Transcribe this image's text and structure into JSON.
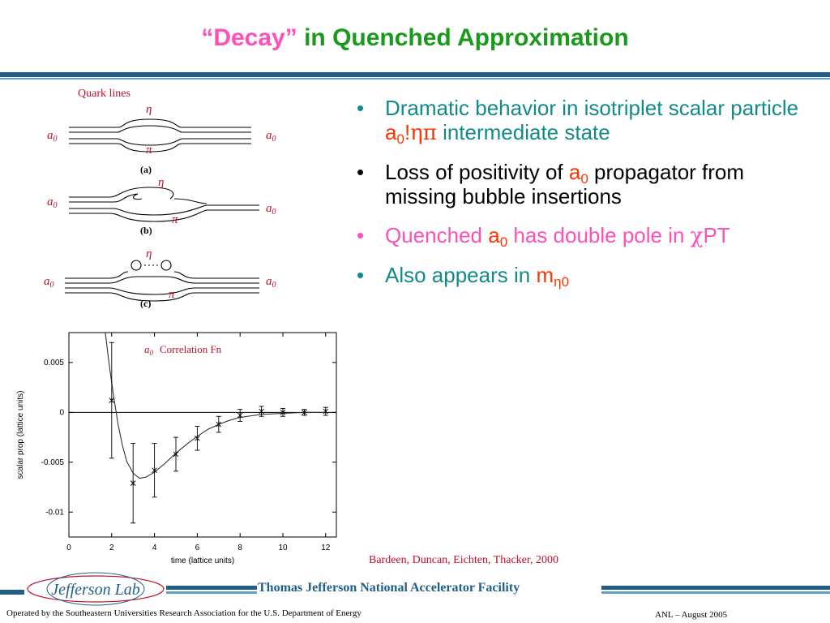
{
  "slide": {
    "title_prefix": "“",
    "title_decay": "Decay",
    "title_suffix_quote": "”",
    "title_rest": " in Quenched Approximation"
  },
  "diagrams": {
    "title": "Quark lines",
    "eta": "η",
    "pi": "π",
    "a0": "a",
    "a0_sub": "0",
    "labels": [
      "(a)",
      "(b)",
      "(c)"
    ]
  },
  "bullets": [
    {
      "parts": [
        {
          "text": "Dramatic behavior in isotriplet scalar particle ",
          "color": "teal"
        },
        {
          "text": "a",
          "color": "red"
        },
        {
          "text": "0",
          "color": "red",
          "sub": true
        },
        {
          "text": "!",
          "color": "red"
        },
        {
          "text": "ηπ",
          "color": "red",
          "sym": true
        },
        {
          "text": " intermediate state",
          "color": "teal"
        }
      ]
    },
    {
      "parts": [
        {
          "text": "Loss of positivity of ",
          "color": "black"
        },
        {
          "text": "a",
          "color": "red"
        },
        {
          "text": "0",
          "color": "red",
          "sub": true
        },
        {
          "text": " propagator from missing bubble insertions",
          "color": "black"
        }
      ]
    },
    {
      "parts": [
        {
          "text": "Quenched ",
          "color": "pink"
        },
        {
          "text": "a",
          "color": "red"
        },
        {
          "text": "0",
          "color": "red",
          "sub": true
        },
        {
          "text": " has double pole in ",
          "color": "pink"
        },
        {
          "text": "χ",
          "color": "pink",
          "sym": true
        },
        {
          "text": "PT",
          "color": "pink"
        }
      ]
    },
    {
      "parts": [
        {
          "text": "Also appears in ",
          "color": "teal"
        },
        {
          "text": "m",
          "color": "red"
        },
        {
          "text": "η0",
          "color": "red",
          "sub": true
        }
      ]
    }
  ],
  "bullet_symbol": "•",
  "citation": "Bardeen, Duncan, Eichten, Thacker, 2000",
  "footer": {
    "facility": "Thomas Jefferson National Accelerator Facility",
    "operated": "Operated by the Southeastern Universities Research Association for the U.S. Department of  Energy",
    "date": "ANL – August  2005",
    "logo_text": "Jefferson Lab"
  },
  "colors": {
    "teal": "#138a8a",
    "black": "#000000",
    "pink": "#ff4fb8",
    "red": "#ff3300"
  },
  "chart_data": {
    "type": "scatter",
    "title": "a0  Correlation Fn",
    "title_a": "a",
    "title_sub": "0",
    "title_text": "Correlation Fn",
    "xlabel": "time (lattice units)",
    "ylabel": "scalar prop (lattice units)",
    "xlim": [
      0,
      12.5
    ],
    "ylim": [
      -0.0125,
      0.008
    ],
    "xticks": [
      0,
      2,
      4,
      6,
      8,
      10,
      12
    ],
    "xtick_labels": [
      "0",
      "2",
      "4",
      "6",
      "8",
      "10",
      "12"
    ],
    "yticks": [
      0.005,
      0,
      -0.005,
      -0.01
    ],
    "ytick_labels": [
      "0.005",
      "0",
      "-0.005",
      "-0.01"
    ],
    "points": [
      {
        "x": 2,
        "y": 0.0012,
        "err": 0.0058
      },
      {
        "x": 3,
        "y": -0.0071,
        "err": 0.004
      },
      {
        "x": 4,
        "y": -0.0058,
        "err": 0.0027
      },
      {
        "x": 5,
        "y": -0.0042,
        "err": 0.0017
      },
      {
        "x": 6,
        "y": -0.0026,
        "err": 0.0012
      },
      {
        "x": 7,
        "y": -0.0012,
        "err": 0.0008
      },
      {
        "x": 8,
        "y": -0.0003,
        "err": 0.0006
      },
      {
        "x": 9,
        "y": 0.0001,
        "err": 0.0005
      },
      {
        "x": 10,
        "y": 0.0,
        "err": 0.0004
      },
      {
        "x": 11,
        "y": 0.0,
        "err": 0.0003
      },
      {
        "x": 12,
        "y": 0.0001,
        "err": 0.0004
      }
    ],
    "fit_curve": [
      {
        "x": 1.7,
        "y": 0.008
      },
      {
        "x": 1.9,
        "y": 0.0045
      },
      {
        "x": 2.1,
        "y": 0.0015
      },
      {
        "x": 2.3,
        "y": -0.0012
      },
      {
        "x": 2.5,
        "y": -0.0033
      },
      {
        "x": 2.7,
        "y": -0.0049
      },
      {
        "x": 3.0,
        "y": -0.0061
      },
      {
        "x": 3.3,
        "y": -0.0066
      },
      {
        "x": 3.6,
        "y": -0.0065
      },
      {
        "x": 4.0,
        "y": -0.006
      },
      {
        "x": 4.5,
        "y": -0.0051
      },
      {
        "x": 5.0,
        "y": -0.0041
      },
      {
        "x": 5.5,
        "y": -0.0032
      },
      {
        "x": 6.0,
        "y": -0.0024
      },
      {
        "x": 6.5,
        "y": -0.0017
      },
      {
        "x": 7.0,
        "y": -0.0012
      },
      {
        "x": 7.5,
        "y": -0.0008
      },
      {
        "x": 8.0,
        "y": -0.0005
      },
      {
        "x": 9.0,
        "y": -0.0002
      },
      {
        "x": 10.0,
        "y": -0.0001
      },
      {
        "x": 11.0,
        "y": 0.0
      },
      {
        "x": 12.0,
        "y": 0.0
      }
    ],
    "grid": false
  }
}
